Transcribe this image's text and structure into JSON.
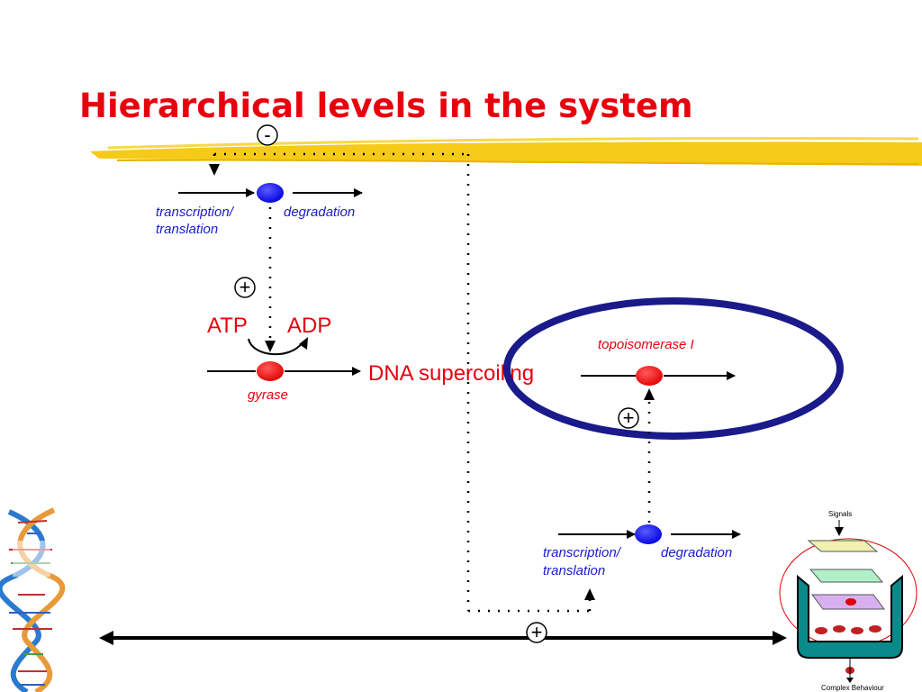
{
  "title": "Hierarchical levels in the system",
  "signs": {
    "top_minus": "-",
    "plus_upper": "+",
    "plus_right": "+",
    "plus_bottom": "+"
  },
  "top_module": {
    "input_label_line1": "transcription/",
    "input_label_line2": "translation",
    "output_label": "degradation"
  },
  "gyrase_module": {
    "atp_label": "ATP",
    "adp_label": "ADP",
    "enzyme_label": "gyrase",
    "output_label": "DNA supercoiling"
  },
  "topo_module": {
    "enzyme_label": "topoisomerase I"
  },
  "bottom_module": {
    "input_label_line1": "transcription/",
    "input_label_line2": "translation",
    "output_label": "degradation"
  },
  "cell_inset": {
    "signals_label": "Signals",
    "behaviour_label": "Complex Behaviour"
  },
  "colors": {
    "title": "#e8000d",
    "blue_node": "#0000ff",
    "red_node": "#ff0000",
    "ellipse_outline": "#1a1a8a",
    "highlight": "#f5c400"
  }
}
